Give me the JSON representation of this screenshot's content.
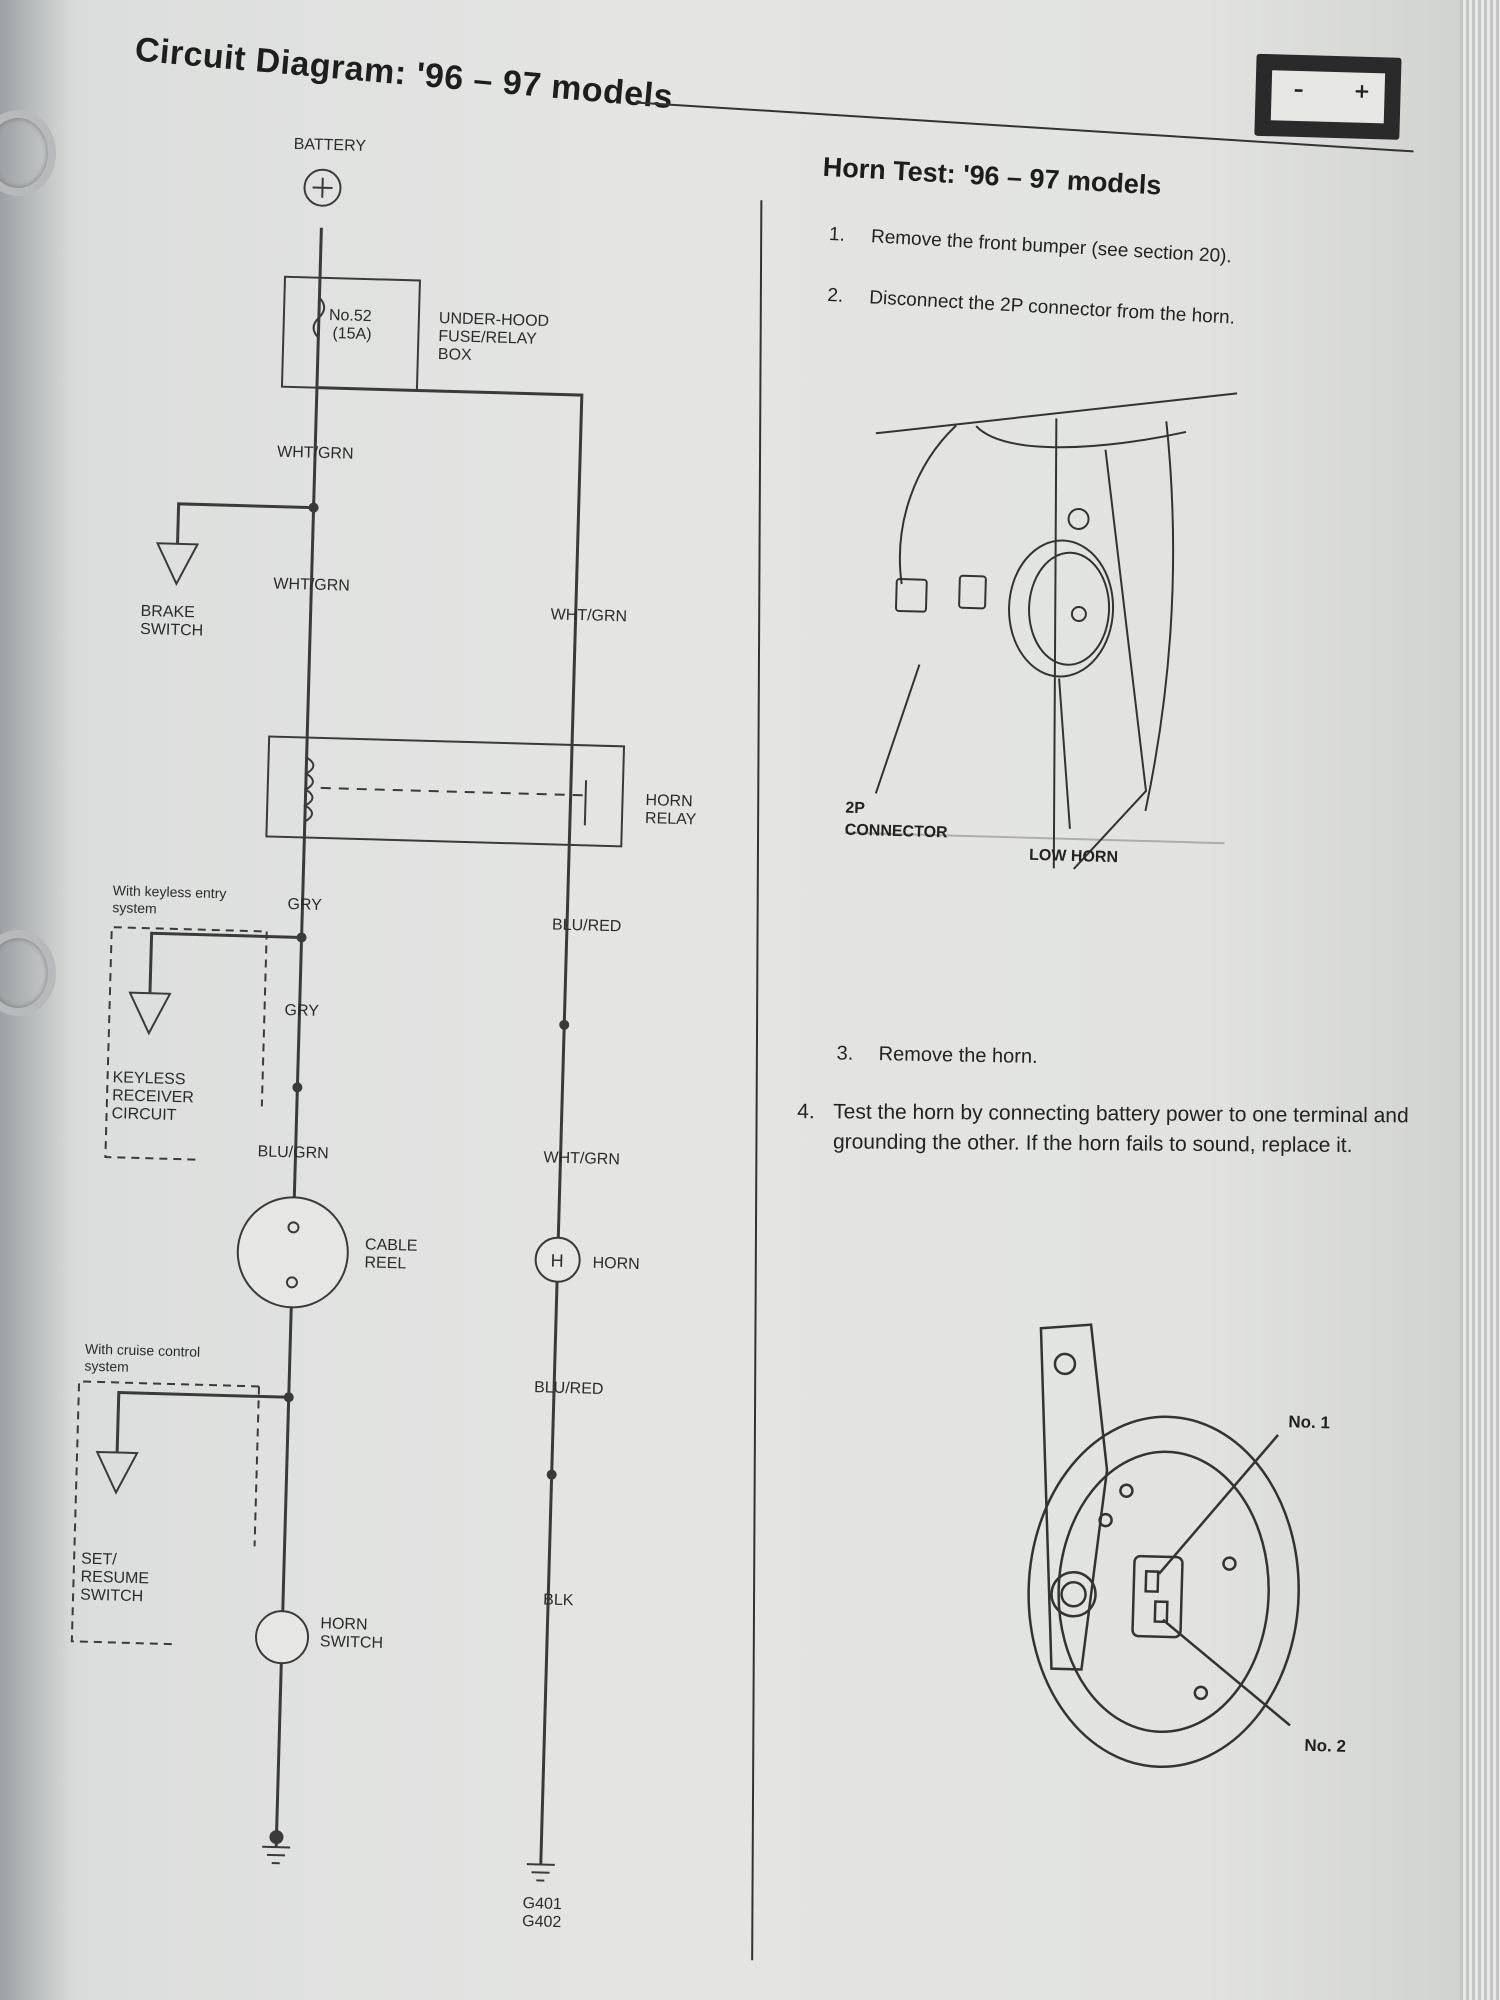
{
  "header": {
    "title": "Circuit Diagram: '96 – 97 models",
    "battery_icon_minus": "–",
    "battery_icon_plus": "+"
  },
  "circuit": {
    "battery": "BATTERY",
    "fuse_line1": "No.52",
    "fuse_line2": "(15A)",
    "fusebox_line1": "UNDER-HOOD",
    "fusebox_line2": "FUSE/RELAY",
    "fusebox_line3": "BOX",
    "wire_wht_grn_1": "WHT/GRN",
    "wire_wht_grn_2": "WHT/GRN",
    "wire_wht_grn_3": "WHT/GRN",
    "brake_line1": "BRAKE",
    "brake_line2": "SWITCH",
    "relay_line1": "HORN",
    "relay_line2": "RELAY",
    "keyless_note_line1": "With keyless entry",
    "keyless_note_line2": "system",
    "wire_gry_1": "GRY",
    "wire_gry_2": "GRY",
    "wire_blu_red_1": "BLU/RED",
    "keyless_line1": "KEYLESS",
    "keyless_line2": "RECEIVER",
    "keyless_line3": "CIRCUIT",
    "wire_blu_grn": "BLU/GRN",
    "wire_wht_grn_4": "WHT/GRN",
    "cable_line1": "CABLE",
    "cable_line2": "REEL",
    "horn_symbol": "H",
    "horn": "HORN",
    "cruise_note_line1": "With cruise control",
    "cruise_note_line2": "system",
    "wire_blu_red_2": "BLU/RED",
    "set_line1": "SET/",
    "set_line2": "RESUME",
    "set_line3": "SWITCH",
    "wire_blk": "BLK",
    "horn_switch_line1": "HORN",
    "horn_switch_line2": "SWITCH",
    "ground_line1": "G401",
    "ground_line2": "G402"
  },
  "test": {
    "title": "Horn Test: '96 – 97 models",
    "steps": [
      {
        "num": "1.",
        "text": "Remove the front bumper (see section 20)."
      },
      {
        "num": "2.",
        "text": "Disconnect the 2P connector from the horn."
      },
      {
        "num": "3.",
        "text": "Remove the horn."
      },
      {
        "num": "4.",
        "text": "Test the horn by connecting battery power to one terminal and grounding the other. If the horn fails to sound, replace it."
      }
    ],
    "fig1_label_connector_line1": "2P",
    "fig1_label_connector_line2": "CONNECTOR",
    "fig1_label_horn": "LOW HORN",
    "fig2_label_no1": "No. 1",
    "fig2_label_no2": "No. 2"
  }
}
